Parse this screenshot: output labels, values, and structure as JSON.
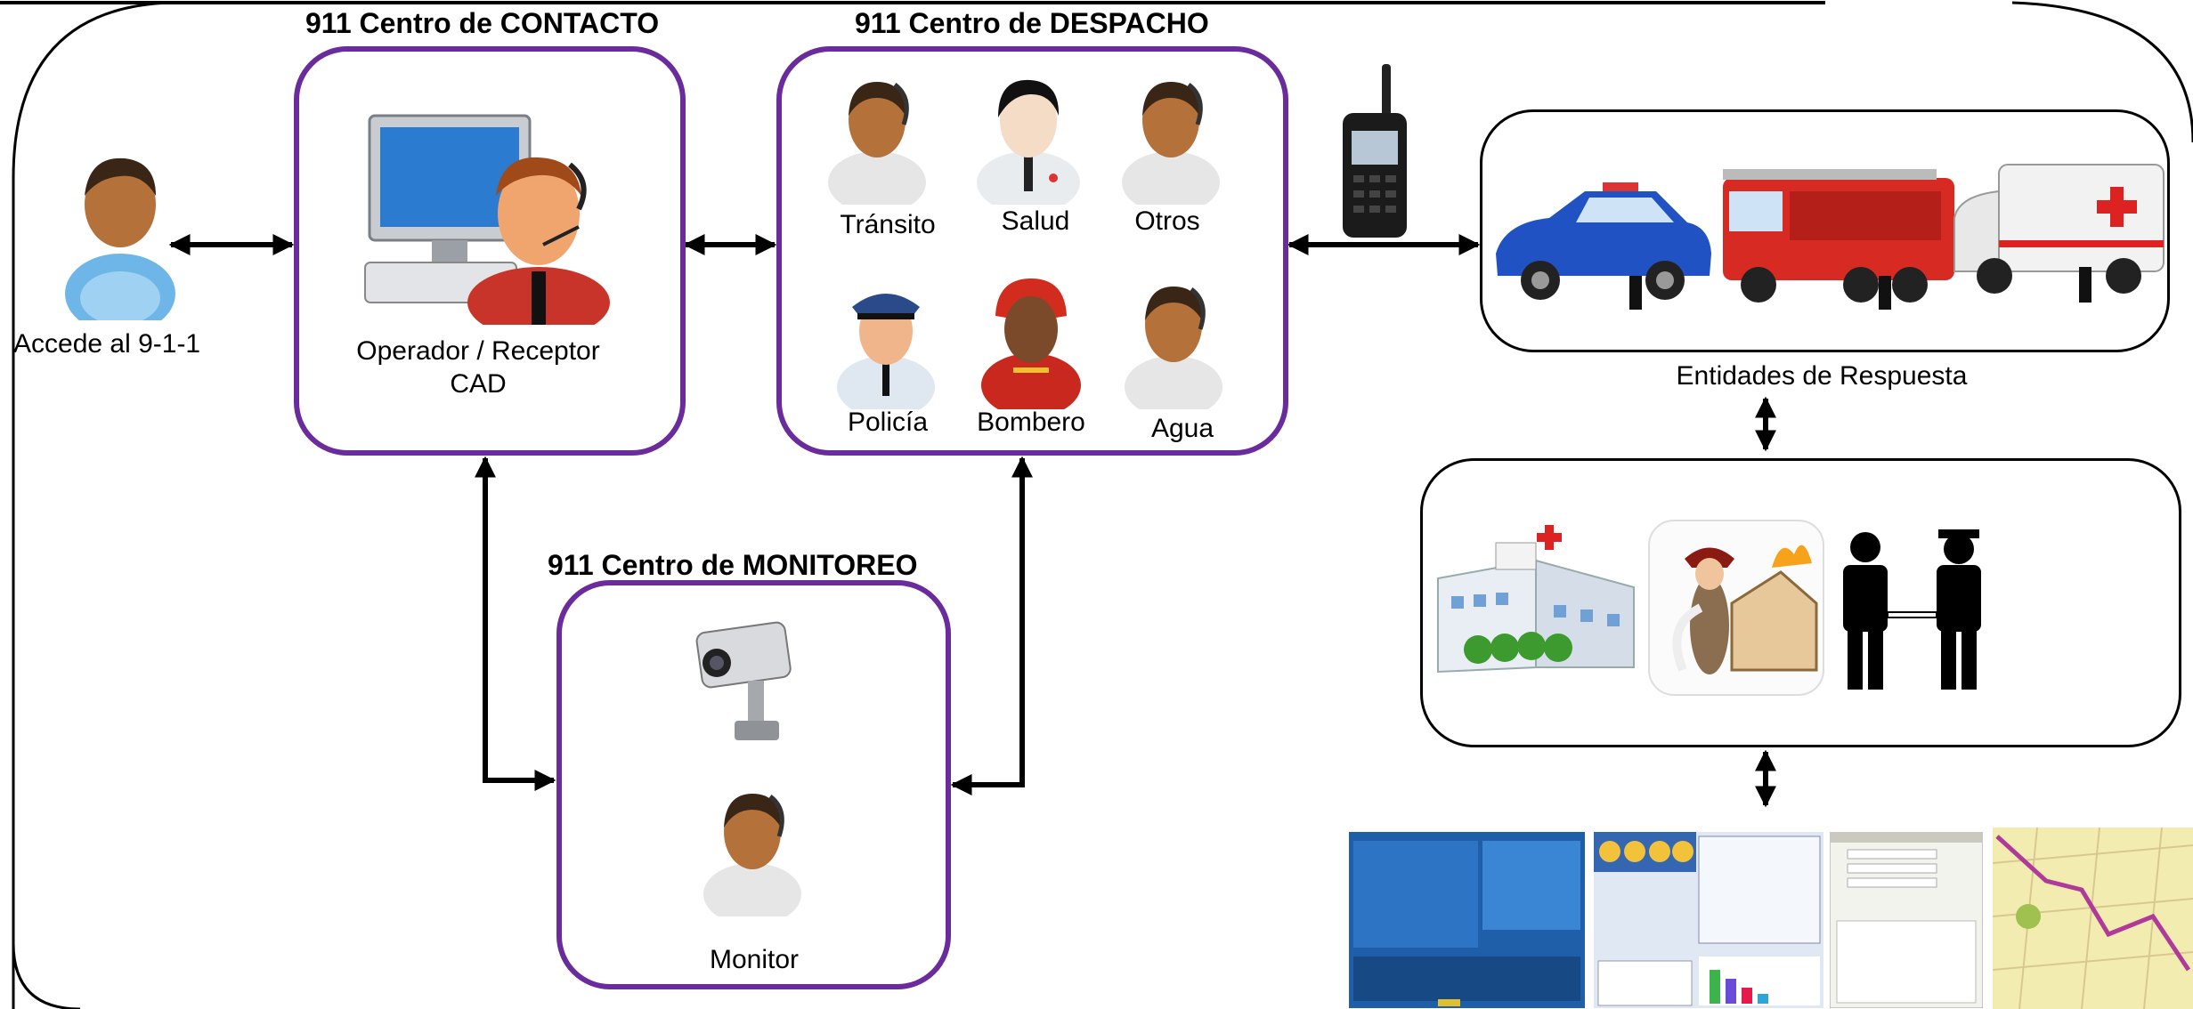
{
  "titles": {
    "contacto": "911 Centro de CONTACTO",
    "despacho": "911 Centro de DESPACHO",
    "monitoreo": "911 Centro de MONITOREO"
  },
  "labels": {
    "caller": "Accede al 9-1-1",
    "operator_line1": "Operador / Receptor",
    "operator_line2": "CAD",
    "transito": "Tránsito",
    "salud": "Salud",
    "otros": "Otros",
    "policia": "Policía",
    "bombero": "Bombero",
    "agua": "Agua",
    "monitor": "Monitor",
    "entidades": "Entidades de Respuesta"
  },
  "icons": {
    "caller": "person-icon",
    "operator": "operator-computer-icon",
    "radio": "radio-icon",
    "camera": "security-camera-icon",
    "vehicles": [
      "police-car-icon",
      "fire-truck-icon",
      "ambulance-icon"
    ],
    "facilities": [
      "hospital-icon",
      "firefighter-icon",
      "arrest-icon"
    ],
    "screens": [
      "cad-screen-1",
      "cad-screen-2",
      "cad-screen-3",
      "map-screen"
    ]
  },
  "colors": {
    "center_border": "#6a2b9c",
    "entity_border": "#000000",
    "arrow": "#000000"
  }
}
